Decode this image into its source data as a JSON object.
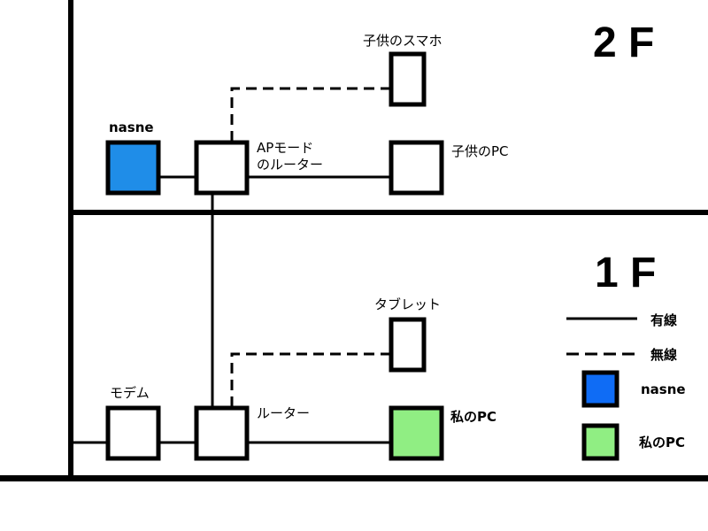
{
  "floors": {
    "upper": "2 F",
    "lower": "1 F"
  },
  "colors": {
    "nasne": "#1f8de8",
    "my_pc": "#90ee83",
    "legend_nasne": "#0f6cf5",
    "line": "#000000",
    "background": "#ffffff"
  },
  "nodes": {
    "nasne": {
      "label": "nasne",
      "floor": "2F",
      "fill": "nasne"
    },
    "ap_router": {
      "label_line1": "APモード",
      "label_line2": "のルーター",
      "floor": "2F"
    },
    "kids_phone": {
      "label": "子供のスマホ",
      "floor": "2F"
    },
    "kids_pc": {
      "label": "子供のPC",
      "floor": "2F"
    },
    "modem": {
      "label": "モデム",
      "floor": "1F"
    },
    "router": {
      "label": "ルーター",
      "floor": "1F"
    },
    "tablet": {
      "label": "タブレット",
      "floor": "1F"
    },
    "my_pc": {
      "label": "私のPC",
      "floor": "1F",
      "fill": "my_pc"
    }
  },
  "connections": [
    {
      "from": "nasne",
      "to": "ap_router",
      "type": "wired"
    },
    {
      "from": "ap_router",
      "to": "kids_pc",
      "type": "wired"
    },
    {
      "from": "ap_router",
      "to": "kids_phone",
      "type": "wireless"
    },
    {
      "from": "ap_router",
      "to": "router",
      "type": "wired"
    },
    {
      "from": "external",
      "to": "modem",
      "type": "wired"
    },
    {
      "from": "modem",
      "to": "router",
      "type": "wired"
    },
    {
      "from": "router",
      "to": "my_pc",
      "type": "wired"
    },
    {
      "from": "router",
      "to": "tablet",
      "type": "wireless"
    }
  ],
  "legend": {
    "wired": "有線",
    "wireless": "無線",
    "nasne": "nasne",
    "my_pc": "私のPC"
  }
}
